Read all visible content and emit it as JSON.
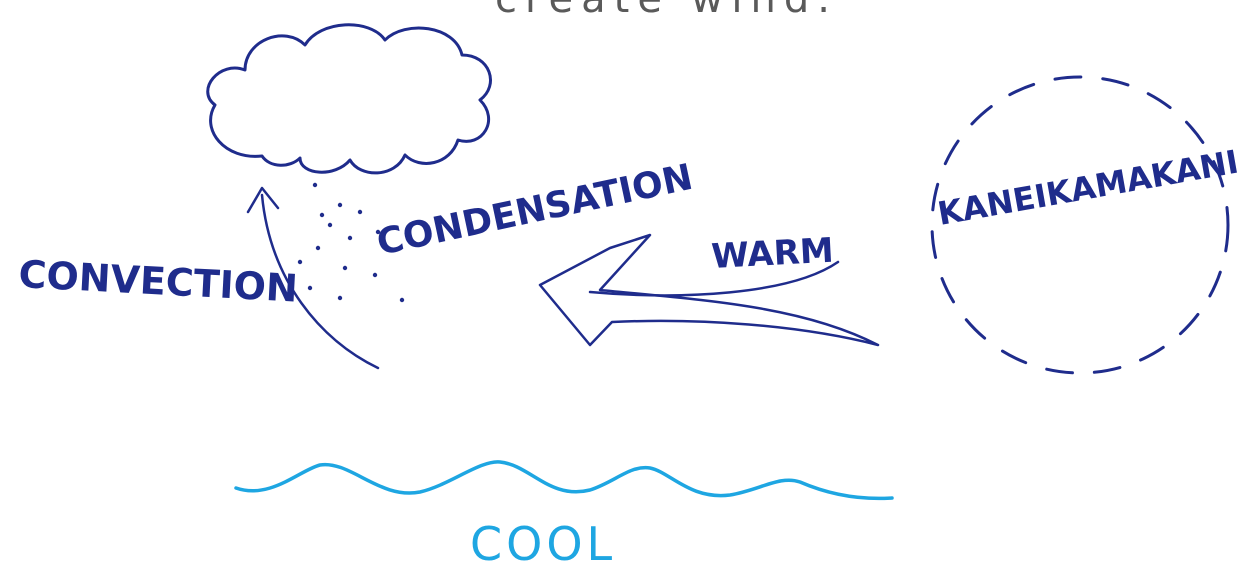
{
  "title": "create wind.",
  "labels": {
    "convection": "CONVECTION",
    "condensation": "CONDENSATION",
    "warm": "WARM",
    "kaneikamakani": "KANEIKAMAKANI",
    "cool": "COOL"
  },
  "colors": {
    "ink": "#1f2c8c",
    "water": "#1ea6e2",
    "title": "#5a5a5a"
  }
}
